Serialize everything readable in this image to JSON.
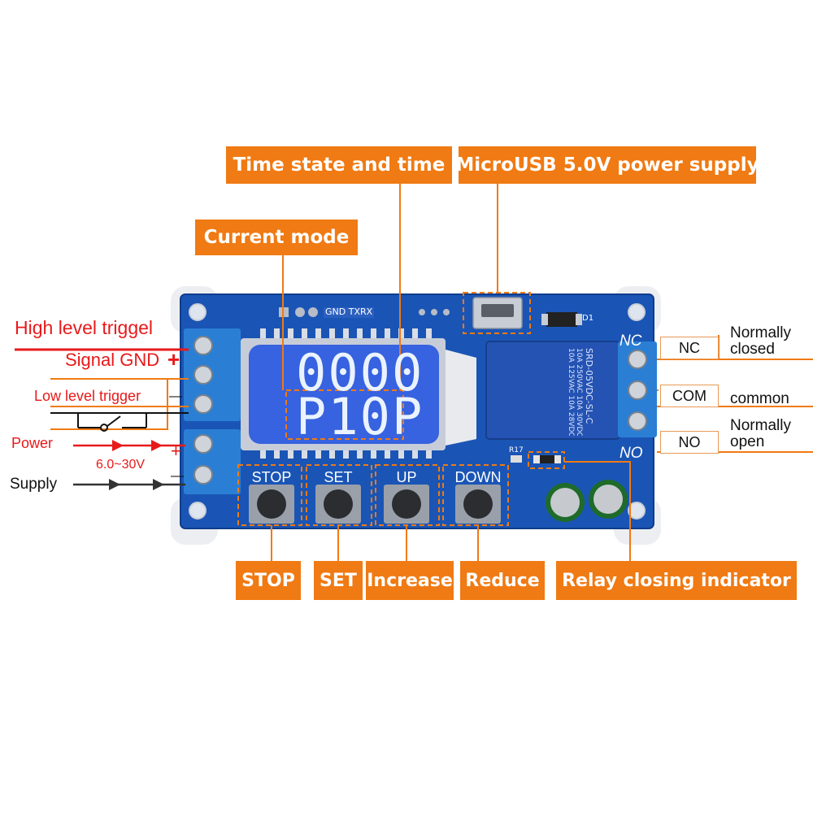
{
  "callouts": {
    "time_state": "Time state and time",
    "micro_usb": "MicroUSB 5.0V power supply",
    "current_mode": "Current mode",
    "stop": "STOP",
    "set": "SET",
    "increase": "Increase",
    "reduce": "Reduce",
    "relay_indicator": "Relay closing indicator"
  },
  "left_labels": {
    "high_level": "High level triggel",
    "signal_gnd": "Signal GND",
    "signal_gnd_sign": "+",
    "low_level": "Low level trigger",
    "low_level_sign": "—",
    "power": "Power",
    "power_sign": "+",
    "voltage": "6.0~30V",
    "supply": "Supply",
    "supply_sign": "—"
  },
  "right_labels": {
    "nc_box": "NC",
    "nc_desc_1": "Normally",
    "nc_desc_2": "closed",
    "com_box": "COM",
    "com_desc": "common",
    "no_box": "NO",
    "no_desc_1": "Normally",
    "no_desc_2": "open"
  },
  "board": {
    "header_label": "GND TXRX",
    "d1_label": "D1",
    "r17_label": "R17",
    "nc_silk": "NC",
    "no_silk": "NO",
    "lcd_top": "0000",
    "lcd_bottom": "P10P",
    "buttons": [
      "STOP",
      "SET",
      "UP",
      "DOWN"
    ],
    "relay_lines": [
      "SRD-05VDC-SL-C",
      "10A 250VAC 10A 30VDC",
      "10A 125VAC 10A 28VDC"
    ]
  },
  "colors": {
    "accent": "#f07a13",
    "board_blue": "#1a55b5",
    "terminal_blue": "#2a7fd4",
    "relay_blue": "#2453b3",
    "lcd_blue": "#3762e0",
    "trigger_red": "#e8191a"
  }
}
